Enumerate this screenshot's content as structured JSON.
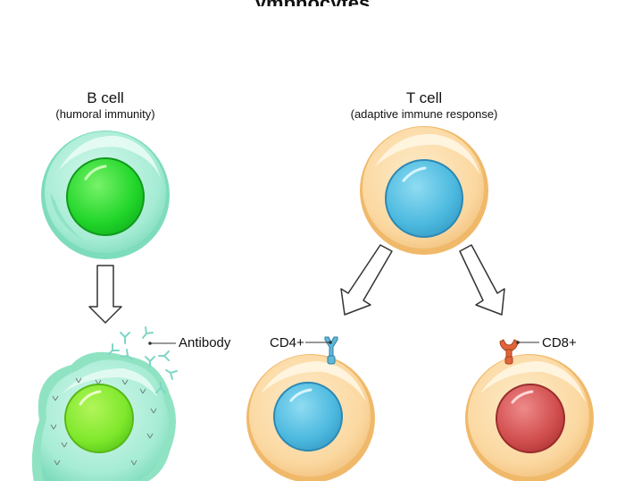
{
  "header": {
    "title_partial": "ymphocytes"
  },
  "b_cell": {
    "title": "B cell",
    "subtitle": "(humoral immunity)",
    "antibody_label": "Antibody"
  },
  "t_cell": {
    "title": "T cell",
    "subtitle": "(adaptive immune response)",
    "cd4_label": "CD4+",
    "cd8_label": "CD8+"
  },
  "colors": {
    "b_cell_body": "#a8ecd6",
    "b_cell_nucleus": "#33dd33",
    "plasma_nucleus": "#88ee33",
    "t_cell_body": "#fbd9a1",
    "t_cell_nucleus": "#66c8e6",
    "cd8_nucleus": "#d65050",
    "cd4_receptor": "#5fb8d8",
    "cd8_receptor": "#e0663a"
  }
}
